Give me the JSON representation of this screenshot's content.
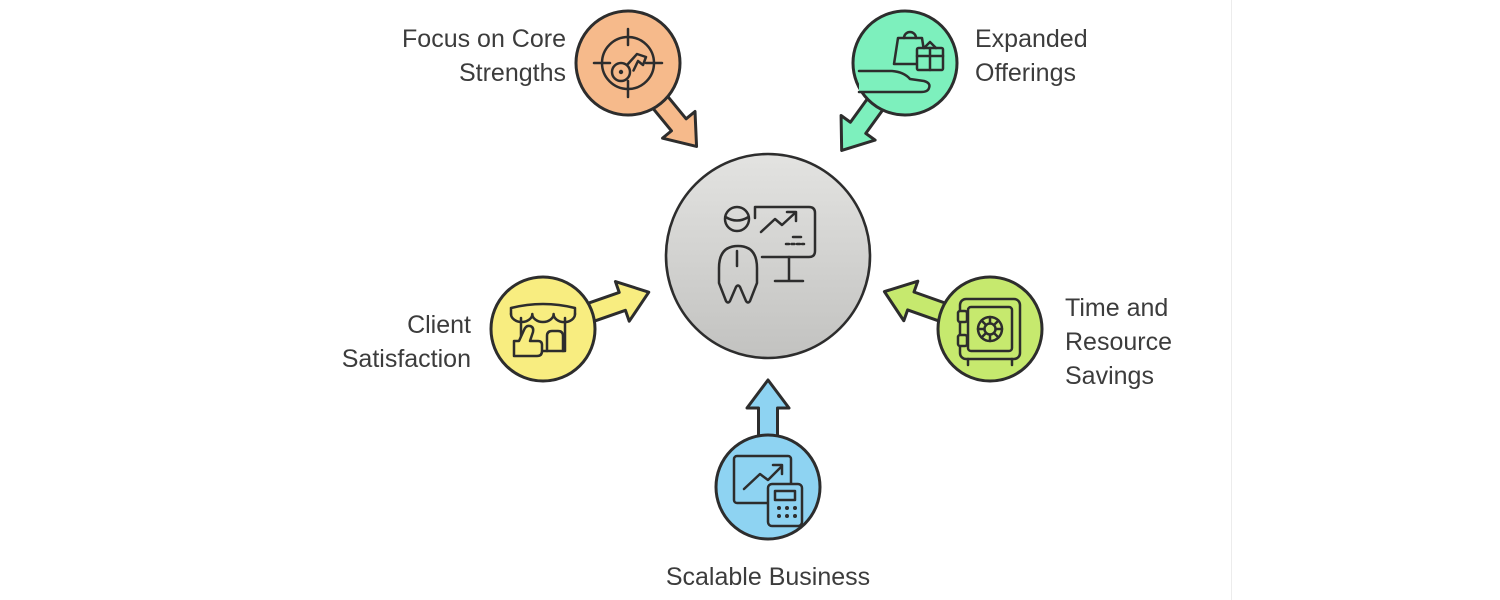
{
  "diagram": {
    "background": "#ffffff",
    "outline_color": "#2d2d2d",
    "text_color": "#3c3c3c",
    "divider_color": "#ececec",
    "center": {
      "icon": "presenter-with-growth-chart-icon",
      "color_top": "#e3e3e1",
      "color_bottom": "#c2c2c0"
    },
    "nodes": [
      {
        "id": "focus-core-strengths",
        "label": "Focus on Core Strengths",
        "label_lines": [
          "Focus on Core",
          "Strengths"
        ],
        "color": "#f6ba8b",
        "icon": "target-gauge-key-icon",
        "position": "top-left",
        "arrow_direction": "down-right"
      },
      {
        "id": "expanded-offerings",
        "label": "Expanded Offerings",
        "label_lines": [
          "Expanded",
          "Offerings"
        ],
        "color": "#7df0bd",
        "icon": "hand-holding-bag-and-gift-icon",
        "position": "top-right",
        "arrow_direction": "down-left"
      },
      {
        "id": "client-satisfaction",
        "label": "Client Satisfaction",
        "label_lines": [
          "Client",
          "Satisfaction"
        ],
        "color": "#f8ed80",
        "icon": "storefront-thumbs-up-icon",
        "position": "left",
        "arrow_direction": "up-right"
      },
      {
        "id": "time-resource-savings",
        "label": "Time and Resource Savings",
        "label_lines": [
          "Time and",
          "Resource",
          "Savings"
        ],
        "color": "#c6e96e",
        "icon": "safe-vault-icon",
        "position": "right",
        "arrow_direction": "up-left"
      },
      {
        "id": "scalable-business",
        "label": "Scalable Business",
        "label_lines": [
          "Scalable Business"
        ],
        "color": "#8ed3f2",
        "icon": "growth-chart-calculator-icon",
        "position": "bottom",
        "arrow_direction": "up"
      }
    ]
  }
}
